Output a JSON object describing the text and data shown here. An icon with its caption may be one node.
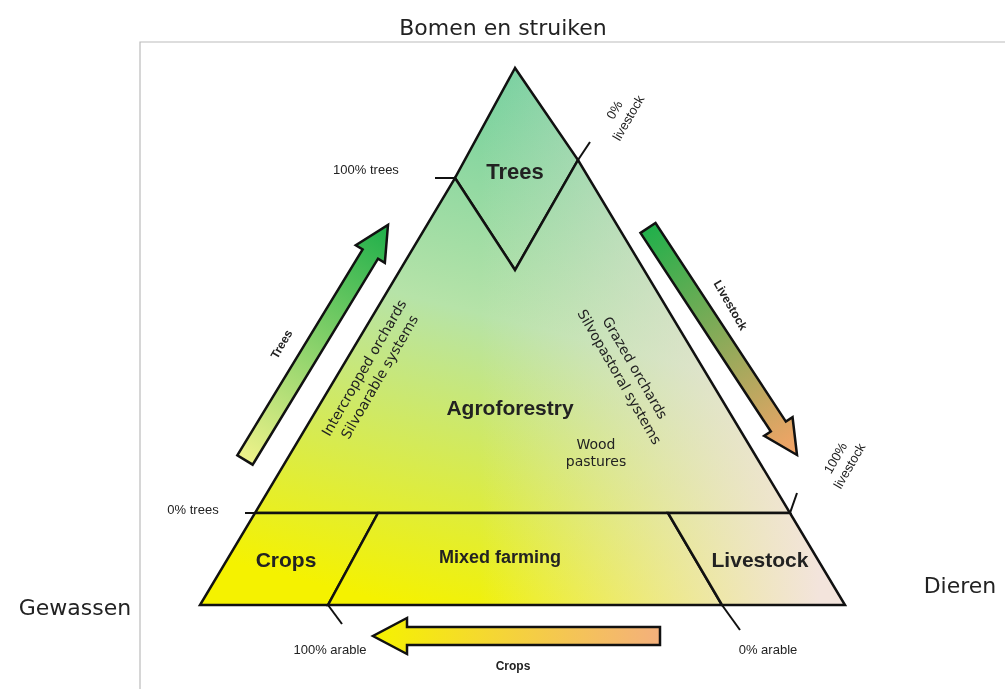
{
  "diagram": {
    "nodes": [
      {
        "text": [
          "Trees"
        ]
      },
      {
        "text": [
          "Agroforestry",
          "Intercropped orchards Silvoarable systems",
          "Grazed orchards Silvopastoral systems",
          "Wood pastures"
        ]
      },
      {
        "text": [
          "Crops"
        ]
      },
      {
        "text": [
          "Mixed farming"
        ]
      },
      {
        "text": [
          "Livestock"
        ]
      }
    ],
    "labels": [
      "Bomen en struiken",
      "0% livestock",
      "100% trees",
      "Trees",
      "Livestock",
      "100% livestock",
      "0% trees",
      "Dieren",
      "Gewassen",
      "100% arable",
      "0% arable",
      "Crops"
    ]
  }
}
